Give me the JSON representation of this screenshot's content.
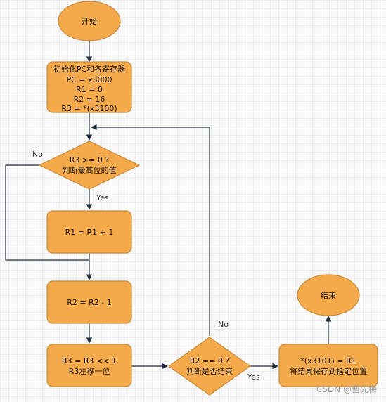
{
  "colors": {
    "fill": "#f4a94b",
    "stroke": "#c88a3a",
    "edge": "#1f2d3d"
  },
  "nodes": {
    "start": "开始",
    "init": [
      "初始化PC和各寄存器",
      "PC = x3000",
      "R1 = 0",
      "R2 = 16",
      "R3 = *(x3100)"
    ],
    "decision1": [
      "R3  >=  0 ?",
      "判断最高位的值"
    ],
    "inc_r1": "R1 = R1 + 1",
    "dec_r2": "R2 = R2 - 1",
    "shift": [
      "R3 = R3 << 1",
      "R3左移一位"
    ],
    "decision2": [
      "R2 == 0 ?",
      "判断是否结束"
    ],
    "store": [
      "*(x3101) = R1",
      "将结果保存到指定位置"
    ],
    "end": "结束"
  },
  "edge_labels": {
    "d1_no": "No",
    "d1_yes": "Yes",
    "d2_no": "No",
    "d2_yes": "Yes"
  },
  "watermark": "CSDN @曹先梅"
}
